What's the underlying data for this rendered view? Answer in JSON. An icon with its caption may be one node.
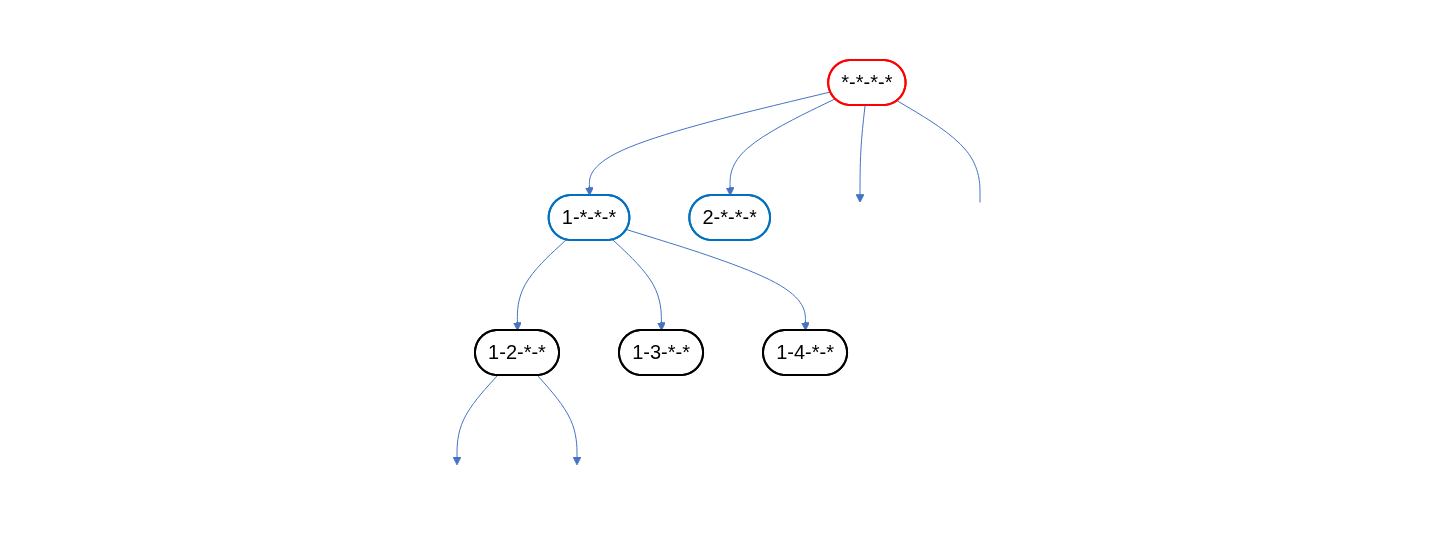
{
  "diagram": {
    "nodes": [
      {
        "text": [
          "*-*-*-*"
        ]
      },
      {
        "text": [
          "1-*-*-*"
        ]
      },
      {
        "text": [
          "2-*-*-*"
        ]
      },
      {
        "text": [
          "1-2-*-*"
        ]
      },
      {
        "text": [
          "1-3-*-*"
        ]
      },
      {
        "text": [
          "1-4-*-*"
        ]
      }
    ],
    "edges": [
      {
        "from": 0,
        "to": 1,
        "arrow": "to"
      },
      {
        "from": 0,
        "to": 2,
        "arrow": "to"
      },
      {
        "from": 0,
        "to": null,
        "arrow": "to"
      },
      {
        "from": 0,
        "to": null,
        "arrow": "none"
      },
      {
        "from": 1,
        "to": 3,
        "arrow": "to"
      },
      {
        "from": 1,
        "to": 4,
        "arrow": "to"
      },
      {
        "from": 1,
        "to": 5,
        "arrow": "to"
      },
      {
        "from": 3,
        "to": null,
        "arrow": "to"
      },
      {
        "from": 3,
        "to": null,
        "arrow": "to"
      }
    ]
  }
}
